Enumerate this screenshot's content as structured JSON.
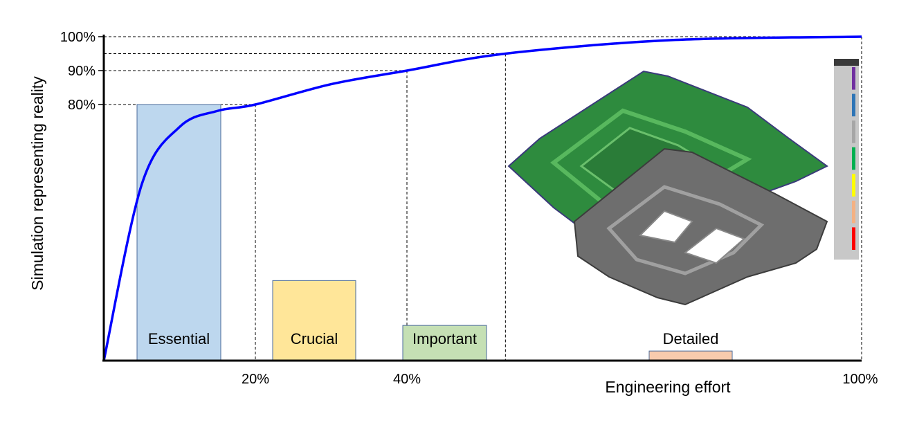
{
  "chart_data": {
    "type": "line",
    "ylabel": "Simulation representing reality",
    "xlabel": "Engineering effort",
    "y_ticks": [
      "80%",
      "90%",
      "100%"
    ],
    "x_ticks": [
      "20%",
      "40%",
      "100%"
    ],
    "curve": {
      "color": "#0000ff",
      "x": [
        0,
        5,
        10,
        15,
        20,
        30,
        40,
        53,
        75,
        100
      ],
      "y": [
        0,
        55,
        73,
        78,
        80,
        86,
        90,
        95,
        99,
        100
      ]
    },
    "guide_lines": [
      {
        "x": 20,
        "y": 80
      },
      {
        "x": 40,
        "y": 90
      },
      {
        "x": 53,
        "y": 95
      },
      {
        "x": 100,
        "y": 100
      }
    ],
    "categories": [
      "Essential",
      "Crucial",
      "Important",
      "Detailed"
    ],
    "bar_values": [
      80,
      25,
      11,
      3
    ],
    "bar_colors": [
      "#bdd7ee",
      "#ffe699",
      "#c5e0b4",
      "#f8cbad"
    ]
  },
  "illustration": {
    "description_icon": "car-hood-panel-image",
    "legend_colors": [
      "#7030a0",
      "#2e75b6",
      "#a6a6a6",
      "#00b050",
      "#ffff00",
      "#f4b183",
      "#ff0000"
    ]
  }
}
